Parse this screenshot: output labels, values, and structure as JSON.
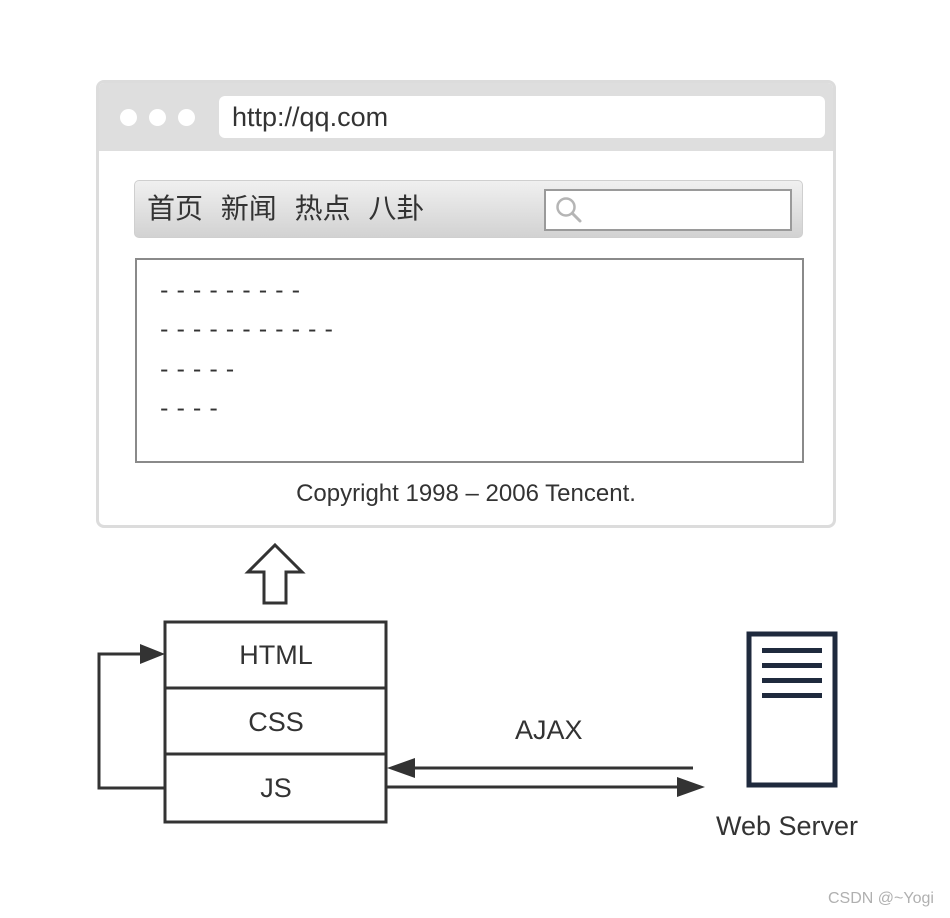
{
  "browser": {
    "url": "http://qq.com",
    "nav_items": [
      "首页",
      "新闻",
      "热点",
      "八卦"
    ],
    "content_lines": [
      "---------",
      "-----------",
      "-----",
      "----"
    ],
    "copyright": "Copyright 1998 – 2006 Tencent."
  },
  "stack": {
    "layers": [
      "HTML",
      "CSS",
      "JS"
    ]
  },
  "ajax_label": "AJAX",
  "server_label": "Web Server",
  "watermark": "CSDN @~Yogi",
  "colors": {
    "frame_gray": "#dcdcdc",
    "stroke_dark": "#333333",
    "server_navy": "#1f2a3d"
  },
  "icons": [
    "browser-window-dots",
    "search-icon",
    "up-arrow-icon",
    "server-icon"
  ]
}
